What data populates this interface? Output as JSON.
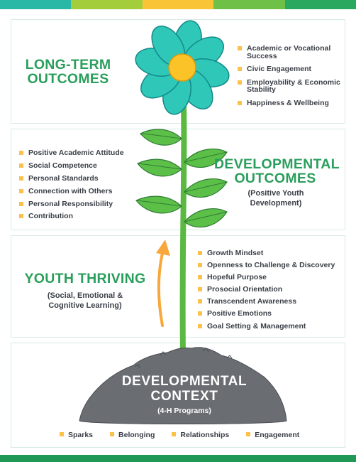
{
  "colors": {
    "bar": [
      "#29b8a5",
      "#a3cd3b",
      "#f9c436",
      "#6fc047",
      "#2aa860"
    ],
    "bottom_bar": "#1f9955",
    "heading_green": "#2a9e5c",
    "bullet_orange": "#fbc14b",
    "petal": "#2ec7b8",
    "petal_stroke": "#15898a",
    "center": "#fcc328",
    "stem": "#5ab940",
    "leaf": "#5cbf48",
    "soil": "#6a6e73",
    "arrow": "#f8a83a",
    "text": "#3a3f47"
  },
  "long_term": {
    "title": [
      "LONG-TERM",
      "OUTCOMES"
    ],
    "items": [
      "Academic or Vocational Success",
      "Civic Engagement",
      "Employability & Economic Stability",
      "Happiness & Wellbeing"
    ]
  },
  "developmental": {
    "title": [
      "DEVELOPMENTAL",
      "OUTCOMES"
    ],
    "subtitle": [
      "(Positive Youth",
      "Development)"
    ],
    "items": [
      "Positive Academic Attitude",
      "Social Competence",
      "Personal Standards",
      "Connection with Others",
      "Personal Responsibility",
      "Contribution"
    ]
  },
  "youth_thriving": {
    "title": "YOUTH THRIVING",
    "subtitle": [
      "(Social, Emotional &",
      "Cognitive Learning)"
    ],
    "items": [
      "Growth Mindset",
      "Openness to Challenge & Discovery",
      "Hopeful Purpose",
      "Prosocial Orientation",
      "Transcendent Awareness",
      "Positive Emotions",
      "Goal Setting & Management"
    ]
  },
  "context": {
    "title": [
      "DEVELOPMENTAL",
      "CONTEXT"
    ],
    "subtitle": "(4-H Programs)",
    "items": [
      "Sparks",
      "Belonging",
      "Relationships",
      "Engagement"
    ]
  },
  "icons": [
    "flower-center-icon",
    "petal-icon",
    "leaf-icon",
    "growth-arrow-icon",
    "soil-mound-icon"
  ]
}
